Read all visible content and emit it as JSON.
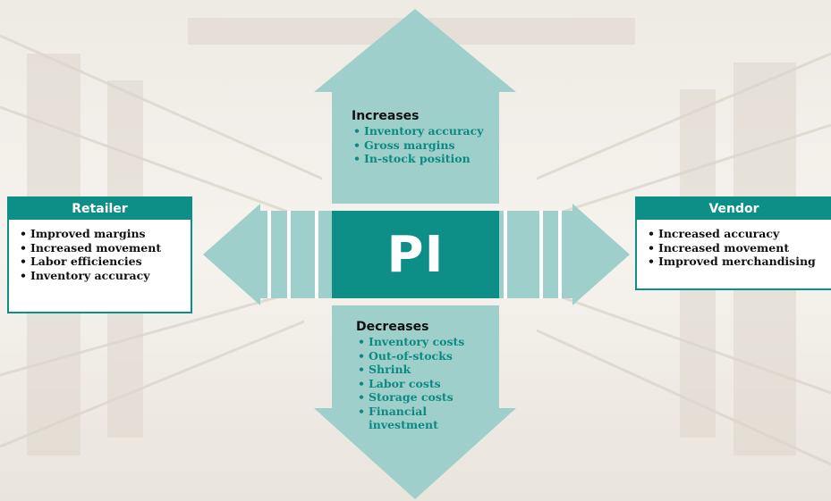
{
  "center": {
    "label": "PI"
  },
  "increases": {
    "title": "Increases",
    "items": [
      "Inventory accuracy",
      "Gross margins",
      "In-stock position"
    ]
  },
  "decreases": {
    "title": "Decreases",
    "items": [
      "Inventory costs",
      "Out-of-stocks",
      "Shrink",
      "Labor costs",
      "Storage costs",
      "Financial",
      "investment"
    ]
  },
  "retailer": {
    "title": "Retailer",
    "items": [
      "Improved margins",
      "Increased movement",
      "Labor efficiencies",
      "Inventory accuracy"
    ]
  },
  "vendor": {
    "title": "Vendor",
    "items": [
      "Increased accuracy",
      "Increased movement",
      "Improved merchandising"
    ]
  },
  "colors": {
    "teal": "#0d8f88",
    "arrow_fill": "#9fcfcb",
    "item_text": "#0a8a83",
    "background": "#f3efe9"
  }
}
